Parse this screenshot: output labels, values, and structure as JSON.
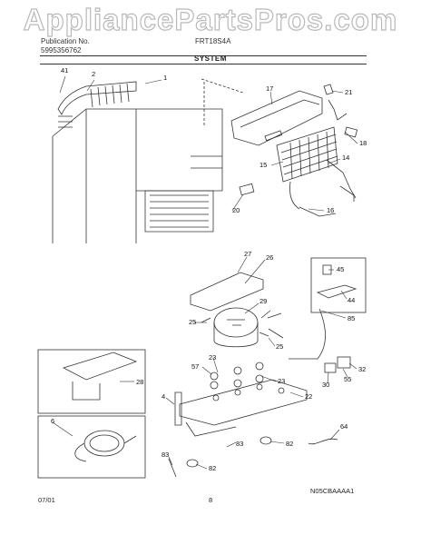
{
  "watermark": "AppliancePartsPros.com",
  "header": {
    "publication_label": "Publication No.",
    "publication_number": "5995356762",
    "model": "FRT18S4A",
    "section": "SYSTEM"
  },
  "callouts": [
    "41",
    "2",
    "1",
    "17",
    "21",
    "18",
    "15",
    "14",
    "20",
    "16",
    "27",
    "26",
    "45",
    "44",
    "29",
    "25",
    "85",
    "25",
    "57",
    "23",
    "23",
    "28",
    "4",
    "22",
    "55",
    "32",
    "30",
    "6",
    "64",
    "83",
    "82",
    "83",
    "82"
  ],
  "diagram_code": "N05CBAAAA1",
  "footer": {
    "date": "07/01",
    "page": "8"
  }
}
